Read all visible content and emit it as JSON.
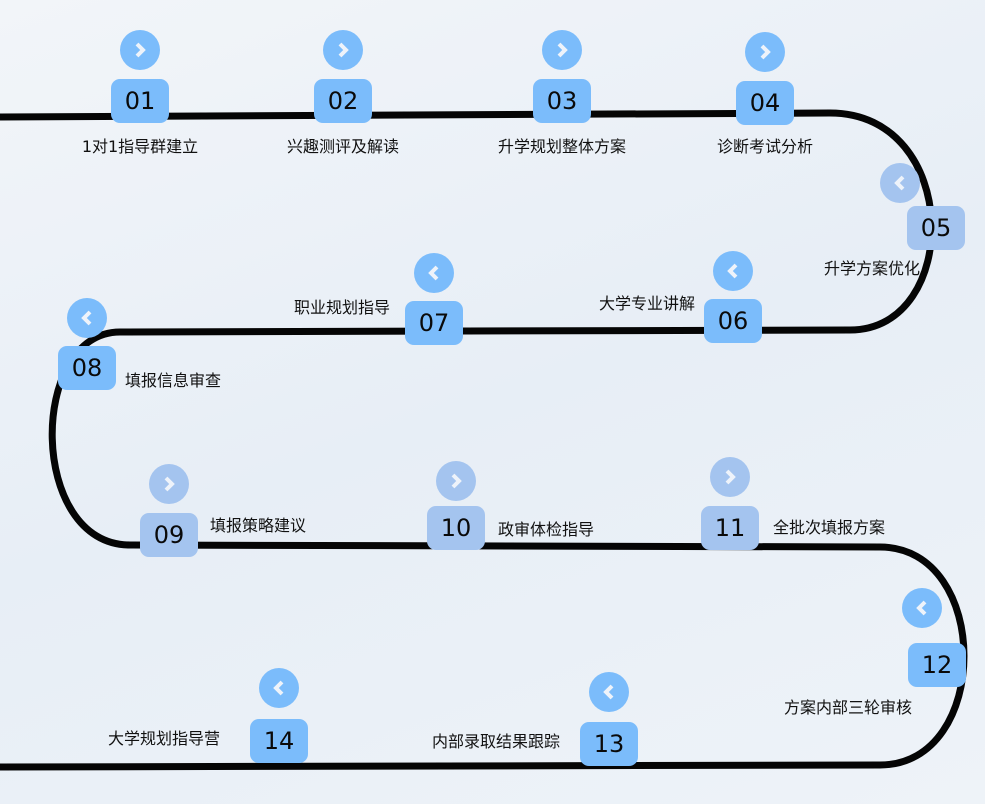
{
  "colors": {
    "bright": "#7bbcfb",
    "muted": "#a4c4ef",
    "line": "#050505"
  },
  "steps": [
    {
      "num": "01",
      "label": "1对1指导群建立",
      "icon": "chevron-right-icon",
      "tone": "bright"
    },
    {
      "num": "02",
      "label": "兴趣测评及解读",
      "icon": "chevron-right-icon",
      "tone": "bright"
    },
    {
      "num": "03",
      "label": "升学规划整体方案",
      "icon": "chevron-right-icon",
      "tone": "bright"
    },
    {
      "num": "04",
      "label": "诊断考试分析",
      "icon": "chevron-right-icon",
      "tone": "bright"
    },
    {
      "num": "05",
      "label": "升学方案优化",
      "icon": "chevron-left-icon",
      "tone": "muted"
    },
    {
      "num": "06",
      "label": "大学专业讲解",
      "icon": "chevron-left-icon",
      "tone": "bright"
    },
    {
      "num": "07",
      "label": "职业规划指导",
      "icon": "chevron-left-icon",
      "tone": "bright"
    },
    {
      "num": "08",
      "label": "填报信息审查",
      "icon": "chevron-left-icon",
      "tone": "bright"
    },
    {
      "num": "09",
      "label": "填报策略建议",
      "icon": "chevron-right-icon",
      "tone": "muted"
    },
    {
      "num": "10",
      "label": "政审体检指导",
      "icon": "chevron-right-icon",
      "tone": "muted"
    },
    {
      "num": "11",
      "label": "全批次填报方案",
      "icon": "chevron-right-icon",
      "tone": "muted"
    },
    {
      "num": "12",
      "label": "方案内部三轮审核",
      "icon": "chevron-left-icon",
      "tone": "bright"
    },
    {
      "num": "13",
      "label": "内部录取结果跟踪",
      "icon": "chevron-left-icon",
      "tone": "bright"
    },
    {
      "num": "14",
      "label": "大学规划指导营",
      "icon": "chevron-left-icon",
      "tone": "bright"
    }
  ]
}
